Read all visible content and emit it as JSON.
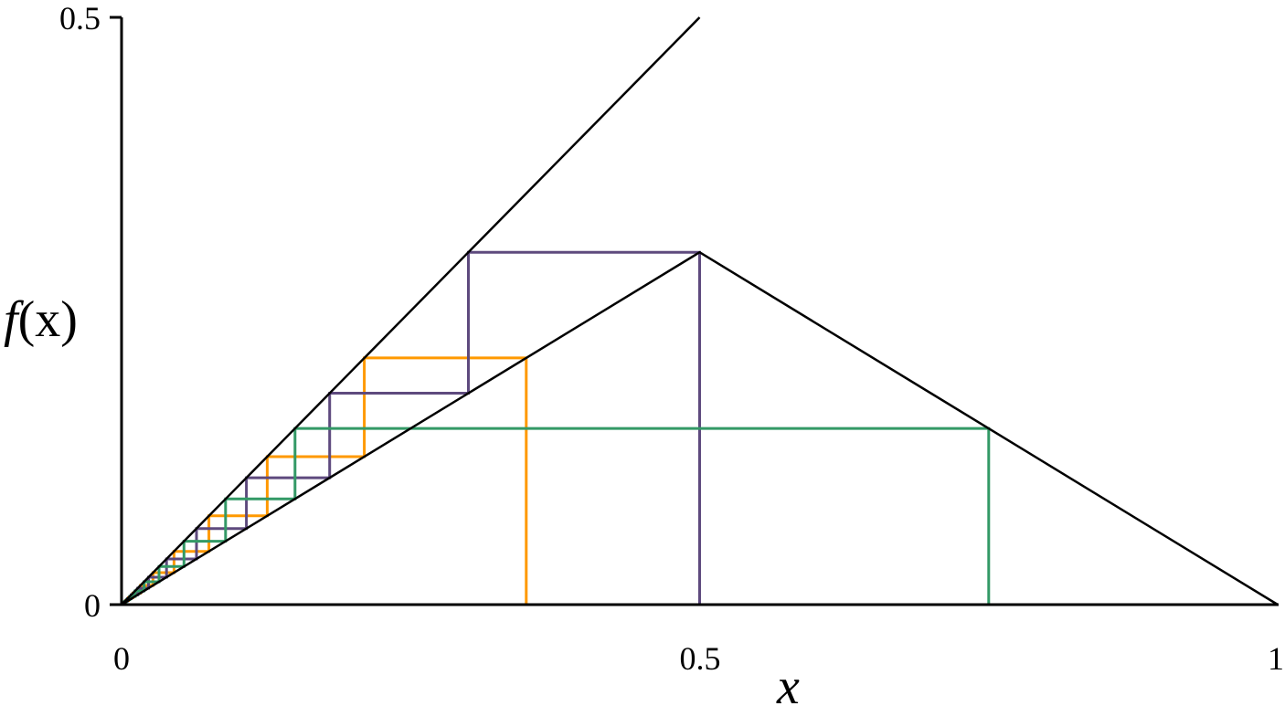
{
  "chart_data": {
    "type": "line",
    "title": "",
    "xlabel": "x",
    "ylabel_parts": {
      "f": "f",
      "rest": "(x)"
    },
    "xlim": [
      0,
      1
    ],
    "ylim": [
      0,
      0.5
    ],
    "x_ticks": [
      "0",
      "0.5",
      "1"
    ],
    "y_ticks": [
      "0",
      "0.5"
    ],
    "grid": false,
    "identity_line": {
      "x": [
        0,
        0.5
      ],
      "y": [
        0,
        0.5
      ],
      "color": "#000000"
    },
    "map": {
      "name": "tent map",
      "slope": 0.6,
      "x": [
        0,
        0.5,
        1
      ],
      "y": [
        0,
        0.3,
        0
      ],
      "color": "#000000"
    },
    "cobwebs": [
      {
        "name": "orbit from 0.35",
        "x0": 0.35,
        "iterations": 16,
        "color": "#FF9900"
      },
      {
        "name": "orbit from 0.5",
        "x0": 0.5,
        "iterations": 16,
        "color": "#5E4A7E"
      },
      {
        "name": "orbit from 0.75",
        "x0": 0.75,
        "iterations": 16,
        "color": "#339966"
      }
    ]
  }
}
